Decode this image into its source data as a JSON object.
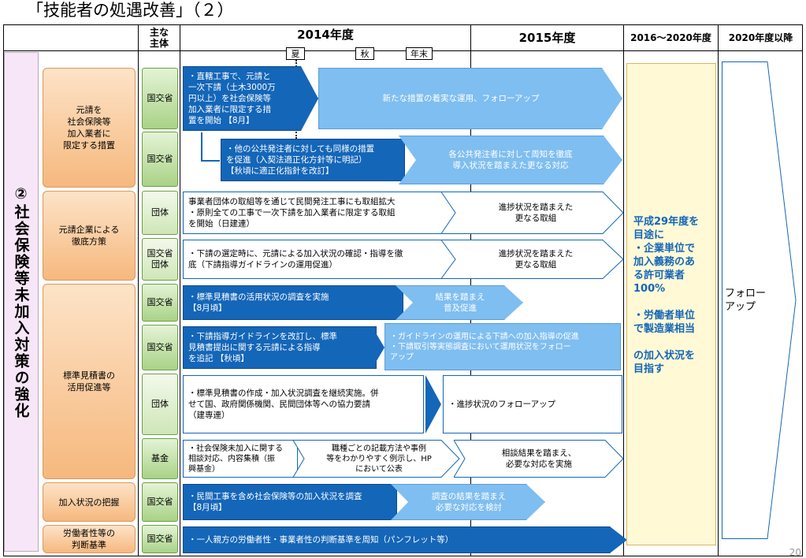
{
  "title": "「技能者の処遇改善」（２）",
  "header": {
    "subject": "主な\n主体",
    "y2014": "2014年度",
    "y2015": "2015年度",
    "y2016": "2016～2020年度",
    "y2020": "2020年度以降",
    "markers": [
      "夏",
      "秋",
      "年末"
    ]
  },
  "section_title": "②社会保険等未加入対策の強化",
  "categories": [
    "元請を\n社会保険等\n加入業者に\n限定する措置",
    "元請企業による\n徹底方策",
    "標準見積書の\n活用促進等",
    "加入状況の把握",
    "労働者性等の\n判断基準"
  ],
  "agencies": [
    "国交省",
    "国交省",
    "団体",
    "国交省\n団体",
    "国交省",
    "国交省",
    "団体",
    "基金",
    "国交省",
    "国交省"
  ],
  "rows": [
    {
      "a": "・直轄工事で、元請と\n一次下請（土木3000万\n円以上）を社会保険等\n加入業者に限定する措\n置を開始 【8月】",
      "b": "新たな措置の着実な運用、フォローアップ"
    },
    {
      "a": "・他の公共発注者に対しても同様の措置\nを促進（入契法適正化方針等に明記）\n【秋頃に適正化指針を改訂】",
      "b": "各公共発注者に対して周知を徹底\n導入状況を踏まえた更なる対応"
    },
    {
      "a": "事業者団体の取組等を通じて民間発注工事にも取組拡大\n・原則全ての工事で一次下請を加入業者に限定する取組\nを開始（日建連）",
      "b": "進捗状況を踏まえた\n更なる取組"
    },
    {
      "a": "・下請の選定時に、元請による加入状況の確認・指導を徹\n底（下請指導ガイドラインの運用促進）",
      "b": "進捗状況を踏まえた\n更なる取組"
    },
    {
      "a": "・標準見積書の活用状況の調査を実施\n【8月頃】",
      "b": "結果を踏まえ\n普及促進"
    },
    {
      "a": "・下請指導ガイドラインを改訂し、標準\n見積書提出に関する元請による指導\nを追記 【秋頃】",
      "b": "・ガイドラインの運用による下請への加入指導の促進\n・下請取引等実態調査において運用状況をフォロー\nアップ"
    },
    {
      "a": "・標準見積書の作成・加入状況調査を継続実施。併\nせて国、政府関係機関、民間団体等への協力要請\n（建専連）",
      "b": "・進捗状況のフォローアップ"
    },
    {
      "a": "・社会保険未加入に関する\n相談対応、内容集積（振\n興基金）",
      "b": "職種ごとの記載方法や事例\n等をわかりやすく例示し、HP\nにおいて公表",
      "c": "相談結果を踏まえ、\n必要な対応を実施"
    },
    {
      "a": "・民間工事を含め社会保険等の加入状況を調査\n【8月頃】",
      "b": "調査の結果を踏まえ\n必要な対応を検討"
    },
    {
      "a": "・一人親方の労働者性・事業者性の判断基準を周知（パンフレット等）"
    }
  ],
  "target_text": "平成29年度を\n目途に\n・企業単位で\n加入義務のあ\nる許可業者\n100%\n\n・労働者単位\nで製造業相当\n\nの加入状況を\n目指す",
  "follow_text": "フォロー\nアップ",
  "page_number": "20",
  "colors": {
    "dark_blue": "#1466b8",
    "light_blue": "#7fbef0",
    "target_text": "#1466b8",
    "category": "#f6b87e",
    "agency": "#a9d287",
    "section": "#f7e6f7"
  }
}
